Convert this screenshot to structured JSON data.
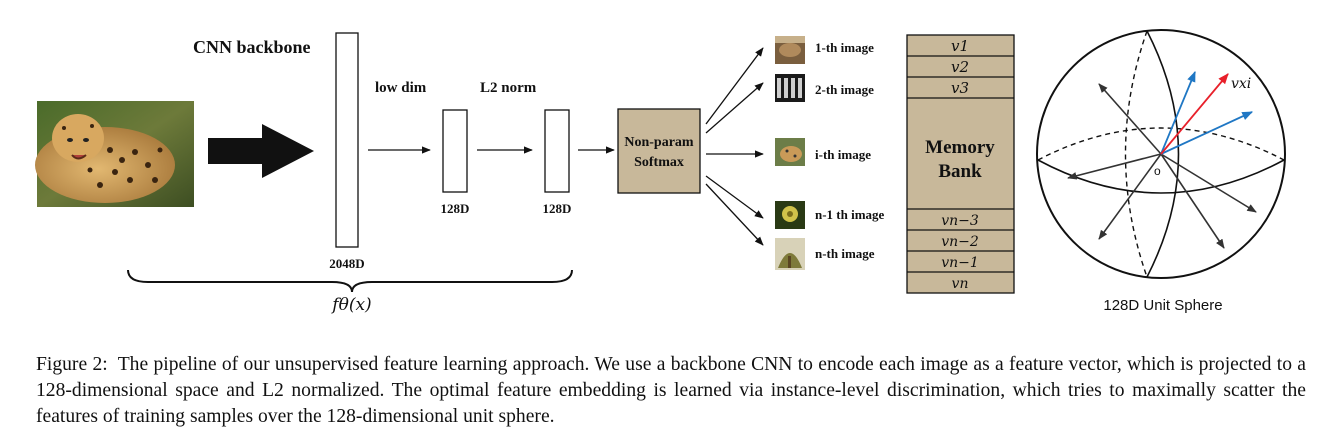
{
  "diagram": {
    "cnn_backbone": "CNN backbone",
    "low_dim": "low dim",
    "l2_norm": "L2 norm",
    "dim_2048": "2048D",
    "dim_128_a": "128D",
    "dim_128_b": "128D",
    "function": "fθ(x)",
    "softmax_line1": "Non-param",
    "softmax_line2": "Softmax",
    "images": [
      {
        "label": "1-th image"
      },
      {
        "label": "2-th image"
      },
      {
        "label": "i-th image"
      },
      {
        "label": "n-1 th image"
      },
      {
        "label": "n-th image"
      }
    ],
    "memory_bank": {
      "title_line1": "Memory",
      "title_line2": "Bank",
      "top_slots": [
        "v1",
        "v2",
        "v3"
      ],
      "bottom_slots": [
        "vn−3",
        "vn−2",
        "vn−1",
        "vn"
      ]
    },
    "sphere": {
      "label": "128D Unit Sphere",
      "origin": "o",
      "vector_label": "vxi"
    },
    "colors": {
      "box_fill": "#c8b89a",
      "blue_vector": "#1f77c4",
      "red_vector": "#e8202a"
    }
  },
  "caption": {
    "label": "Figure 2:",
    "text": "The pipeline of our unsupervised feature learning approach. We use a backbone CNN to encode each image as a feature vector, which is projected to a 128-dimensional space and L2 normalized. The optimal feature embedding is learned via instance-level discrimination, which tries to maximally scatter the features of training samples over the 128-dimensional unit sphere."
  }
}
